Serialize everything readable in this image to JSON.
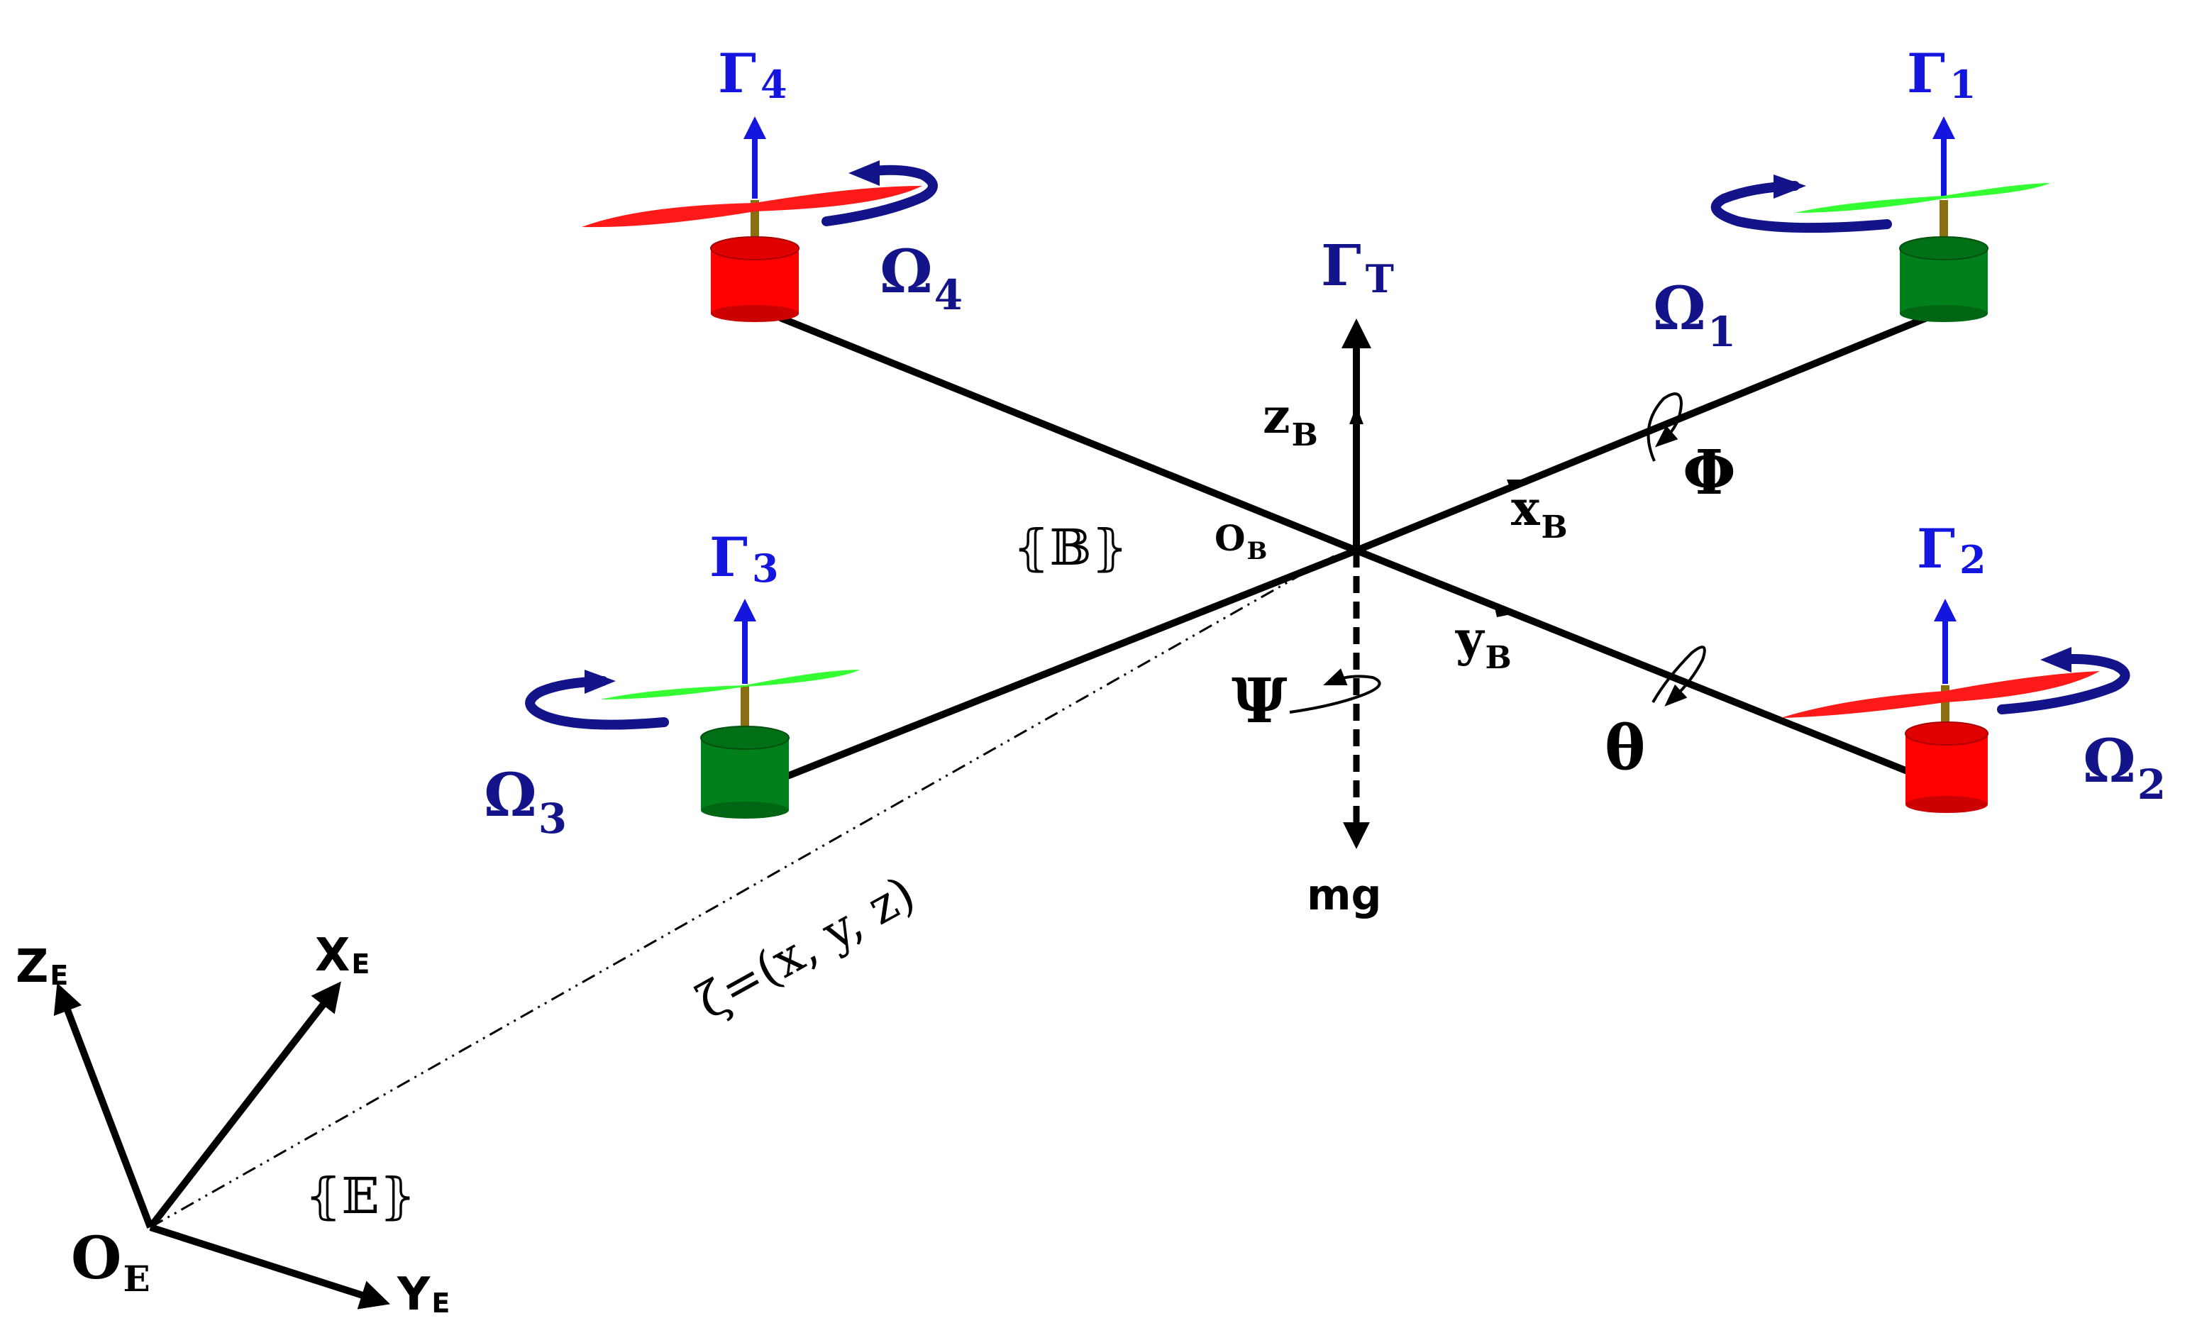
{
  "colors": {
    "blue_label": "#1515e0",
    "dark_blue": "#14148a",
    "red_motor": "#ff0000",
    "green_motor": "#00801a",
    "green_prop": "#33ff33",
    "red_prop": "#ff1a1a",
    "shaft": "#8a6f12",
    "frame": "#000000"
  },
  "rotors": [
    {
      "id": "1",
      "thrust_main": "Γ",
      "thrust_sub": "1",
      "speed_main": "Ω",
      "speed_sub": "1",
      "motor_color": "green",
      "spin": "counter-clockwise"
    },
    {
      "id": "2",
      "thrust_main": "Γ",
      "thrust_sub": "2",
      "speed_main": "Ω",
      "speed_sub": "2",
      "motor_color": "red",
      "spin": "clockwise"
    },
    {
      "id": "3",
      "thrust_main": "Γ",
      "thrust_sub": "3",
      "speed_main": "Ω",
      "speed_sub": "3",
      "motor_color": "green",
      "spin": "counter-clockwise"
    },
    {
      "id": "4",
      "thrust_main": "Γ",
      "thrust_sub": "4",
      "speed_main": "Ω",
      "speed_sub": "4",
      "motor_color": "red",
      "spin": "clockwise"
    }
  ],
  "body_frame": {
    "total_thrust_main": "Γ",
    "total_thrust_sub": "T",
    "origin_main": "O",
    "origin_sub": "B",
    "frame_label": "⦃𝔹⦄",
    "zb_main": "z",
    "zb_sub": "B",
    "xb_main": "x",
    "xb_sub": "B",
    "yb_main": "y",
    "yb_sub": "B",
    "roll": "Φ",
    "pitch": "θ",
    "yaw": "Ψ",
    "weight": "mg"
  },
  "earth_frame": {
    "origin_main": "O",
    "origin_sub": "E",
    "frame_label": "⦃𝔼⦄",
    "ze_main": "Z",
    "ze_sub": "E",
    "xe_main": "X",
    "xe_sub": "E",
    "ye_main": "Y",
    "ye_sub": "E",
    "position_vector": "ζ=(x, y, z)"
  }
}
